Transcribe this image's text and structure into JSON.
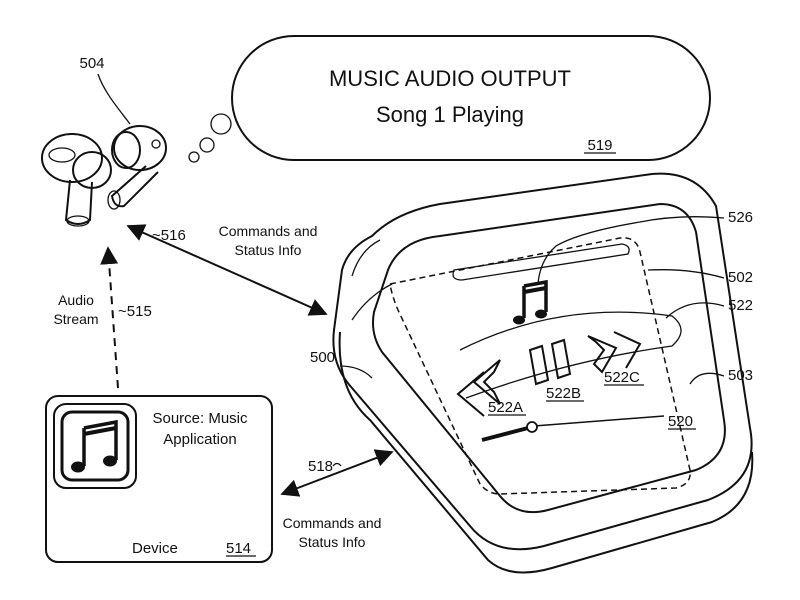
{
  "bubble": {
    "title": "MUSIC AUDIO OUTPUT",
    "subtitle": "Song 1 Playing",
    "ref": "519"
  },
  "earbuds": {
    "ref": "504"
  },
  "device": {
    "source_line1": "Source: Music",
    "source_line2": "Application",
    "label": "Device",
    "ref": "514",
    "icon": "music-note-icon"
  },
  "links": {
    "commands_top_line1": "Commands and",
    "commands_top_line2": "Status Info",
    "commands_top_ref": "~516",
    "commands_bottom_line1": "Commands and",
    "commands_bottom_line2": "Status Info",
    "commands_bottom_ref": "518",
    "audio_line1": "Audio",
    "audio_line2": "Stream",
    "audio_ref": "~515"
  },
  "case": {
    "ref": "500",
    "ref_top": "526",
    "ref_screen": "502",
    "ref_controls": "522",
    "ref_edge": "503",
    "ref_display": "520",
    "rewind_ref": "522A",
    "pause_ref": "522B",
    "forward_ref": "522C",
    "icons": [
      "music-note-icon",
      "rewind-icon",
      "pause-icon",
      "fast-forward-icon",
      "progress-slider"
    ]
  },
  "colors": {
    "line": "#111111",
    "background": "#ffffff"
  }
}
